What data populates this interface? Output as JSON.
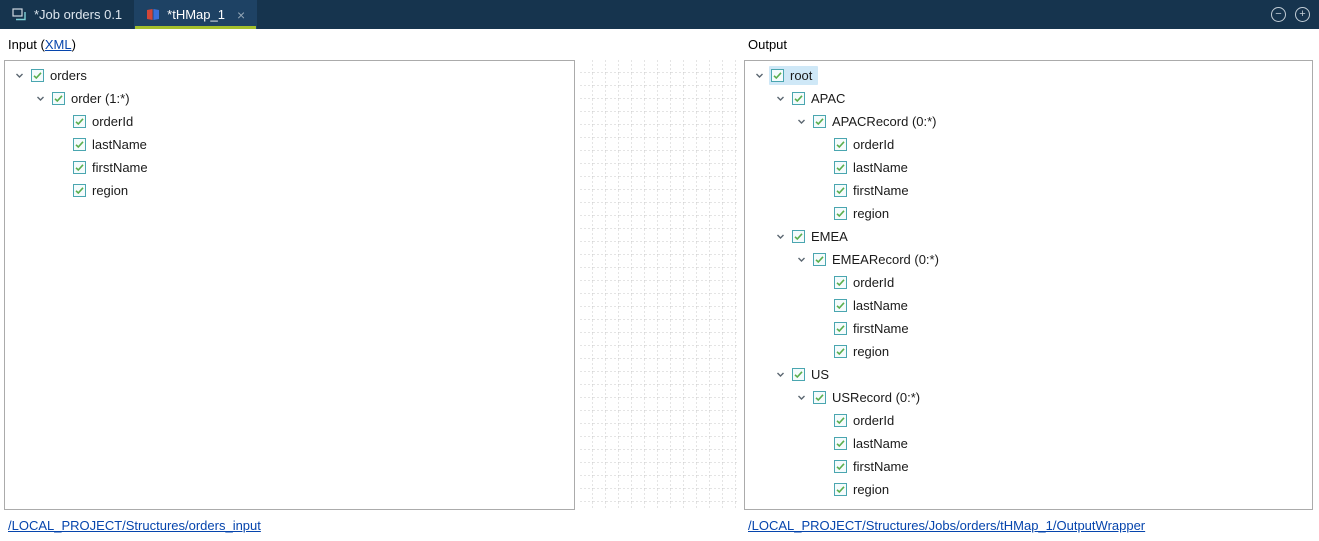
{
  "colors": {
    "topbar_bg": "#16344e",
    "active_tab_bg": "#1e4264",
    "active_tab_underline": "#a3c02c",
    "selection_bg": "#cfe8f7",
    "link": "#0645ad"
  },
  "tab_bar": {
    "tabs": [
      {
        "label": "*Job orders 0.1"
      },
      {
        "label": "*tHMap_1",
        "close_label": "×"
      }
    ],
    "window_buttons": {
      "minimize": "−",
      "maximize": "+"
    }
  },
  "input_panel": {
    "title_prefix": "Input (",
    "title_link": "XML",
    "title_suffix": ")",
    "footer_link": "/LOCAL_PROJECT/Structures/orders_input",
    "tree": [
      {
        "label": "orders",
        "expanded": true,
        "children": [
          {
            "label": "order (1:*)",
            "expanded": true,
            "children": [
              {
                "label": "orderId"
              },
              {
                "label": "lastName"
              },
              {
                "label": "firstName"
              },
              {
                "label": "region"
              }
            ]
          }
        ]
      }
    ]
  },
  "output_panel": {
    "title": "Output",
    "footer_link": "/LOCAL_PROJECT/Structures/Jobs/orders/tHMap_1/OutputWrapper",
    "tree": [
      {
        "label": "root",
        "selected": true,
        "expanded": true,
        "children": [
          {
            "label": "APAC",
            "expanded": true,
            "children": [
              {
                "label": "APACRecord (0:*)",
                "expanded": true,
                "children": [
                  {
                    "label": "orderId"
                  },
                  {
                    "label": "lastName"
                  },
                  {
                    "label": "firstName"
                  },
                  {
                    "label": "region"
                  }
                ]
              }
            ]
          },
          {
            "label": "EMEA",
            "expanded": true,
            "children": [
              {
                "label": "EMEARecord (0:*)",
                "expanded": true,
                "children": [
                  {
                    "label": "orderId"
                  },
                  {
                    "label": "lastName"
                  },
                  {
                    "label": "firstName"
                  },
                  {
                    "label": "region"
                  }
                ]
              }
            ]
          },
          {
            "label": "US",
            "expanded": true,
            "children": [
              {
                "label": "USRecord (0:*)",
                "expanded": true,
                "children": [
                  {
                    "label": "orderId"
                  },
                  {
                    "label": "lastName"
                  },
                  {
                    "label": "firstName"
                  },
                  {
                    "label": "region"
                  }
                ]
              }
            ]
          }
        ]
      }
    ]
  }
}
